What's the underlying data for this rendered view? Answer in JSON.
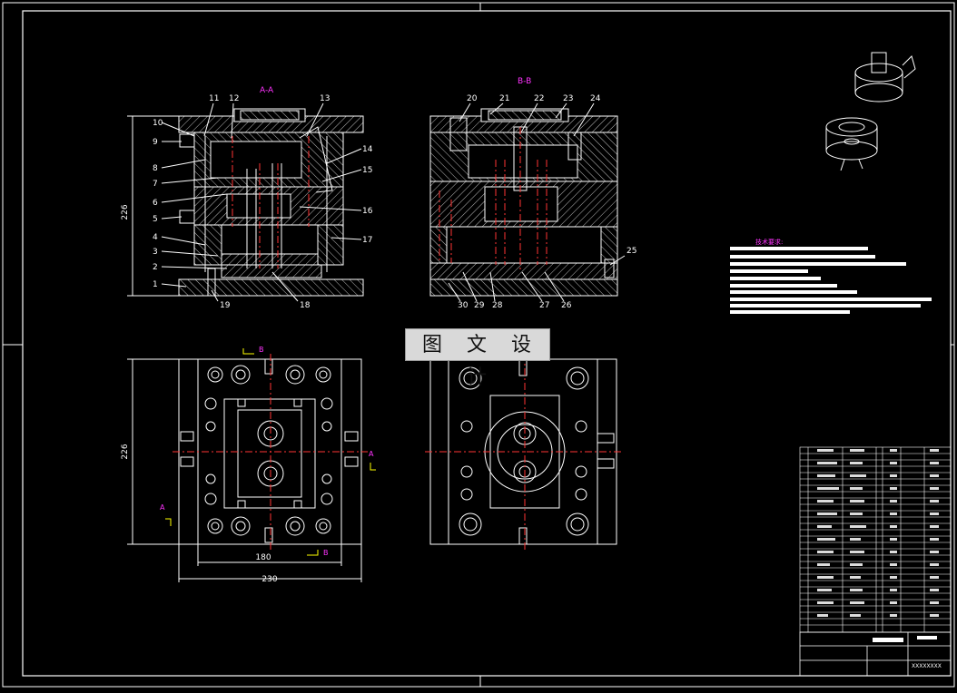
{
  "drawing": {
    "section_aa": "A-A",
    "section_bb": "B-B",
    "dim_height_top": "226",
    "dim_height_bottom": "226",
    "dim_inner_width": "180",
    "dim_outer_width": "230",
    "mark_a": "A",
    "mark_b": "B"
  },
  "callouts_left": [
    "10",
    "9",
    "8",
    "7",
    "6",
    "5",
    "4",
    "3",
    "2",
    "1"
  ],
  "callouts_top_a": [
    "11",
    "12",
    "13"
  ],
  "callouts_right_a": [
    "14",
    "15",
    "16",
    "17"
  ],
  "callouts_bottom_a": [
    "19",
    "18"
  ],
  "callouts_top_b": [
    "20",
    "21",
    "22",
    "23",
    "24"
  ],
  "callouts_bottom_b": [
    "30",
    "29",
    "28",
    "27",
    "26",
    "25"
  ],
  "notes": {
    "title": "技术要求:"
  },
  "title_block": {
    "drawing_code": "XXXXXXXX"
  },
  "watermark": {
    "text": "图 文 设 计"
  },
  "colors": {
    "background": "#000000",
    "lines": "#ffffff",
    "center_lines": "#ff3333",
    "section_labels": "#ff33ff",
    "watermark_bg": "#d9d9d9"
  }
}
